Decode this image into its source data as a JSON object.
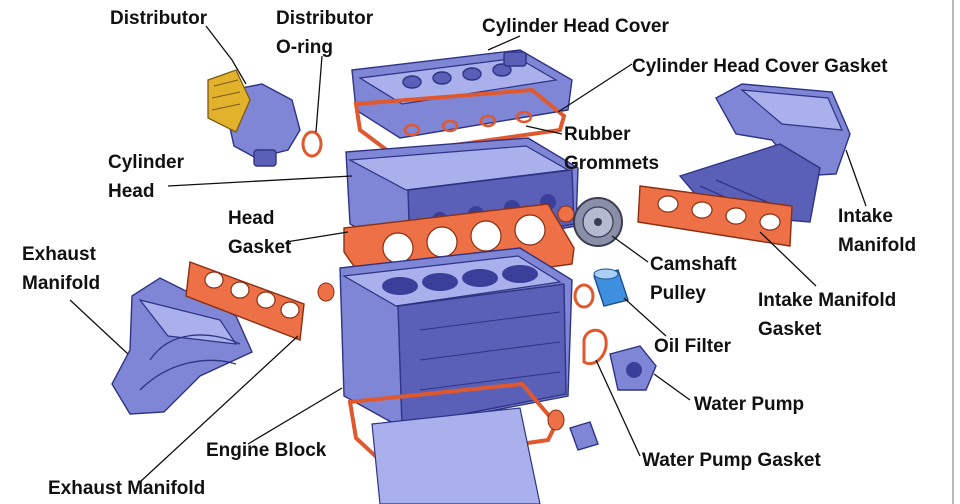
{
  "labels": {
    "distributor": "Distributor",
    "distributor_oring": [
      "Distributor",
      "O-ring"
    ],
    "cylinder_head_cover": "Cylinder Head Cover",
    "cylinder_head_cover_gasket": "Cylinder Head Cover Gasket",
    "rubber_grommets": [
      "Rubber",
      "Grommets"
    ],
    "cylinder_head": [
      "Cylinder",
      "Head"
    ],
    "head_gasket": [
      "Head",
      "Gasket"
    ],
    "intake_manifold": [
      "Intake",
      "Manifold"
    ],
    "exhaust_manifold_top": [
      "Exhaust",
      "Manifold"
    ],
    "camshaft_pulley": [
      "Camshaft",
      "Pulley"
    ],
    "intake_manifold_gasket": [
      "Intake Manifold",
      "Gasket"
    ],
    "oil_filter": "Oil Filter",
    "water_pump": "Water Pump",
    "engine_block": "Engine Block",
    "water_pump_gasket": "Water Pump Gasket",
    "exhaust_manifold_bottom": "Exhaust Manifold"
  },
  "colors": {
    "part_blue": "#7f86d6",
    "gasket_orange": "#ee7046",
    "label_text": "#111111"
  }
}
